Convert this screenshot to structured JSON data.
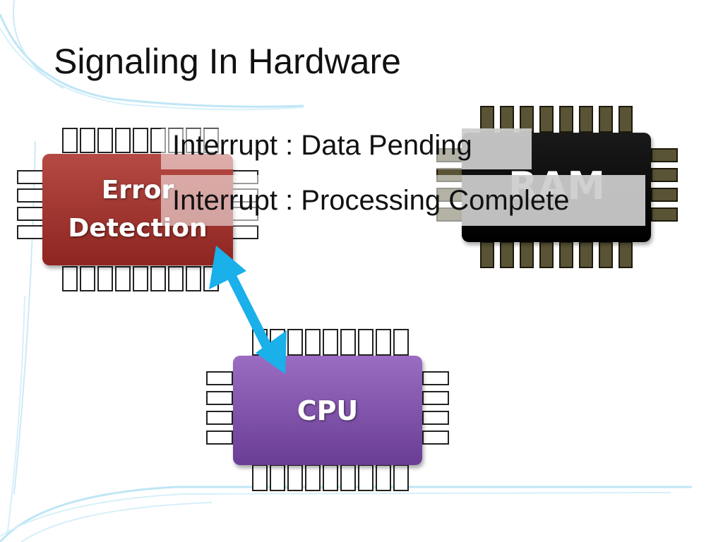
{
  "slide": {
    "title": "Signaling In Hardware"
  },
  "chips": {
    "error_detection": {
      "line1": "Error",
      "line2": "Detection",
      "color": "#a33b36"
    },
    "ram": {
      "label": "RAM",
      "color": "#000000"
    },
    "cpu": {
      "label": "CPU",
      "color": "#7e52ad"
    }
  },
  "messages": [
    {
      "text": "Interrupt : Data Pending"
    },
    {
      "text": "Interrupt : Processing Complete"
    }
  ],
  "arrow": {
    "color": "#1ab0ea"
  }
}
